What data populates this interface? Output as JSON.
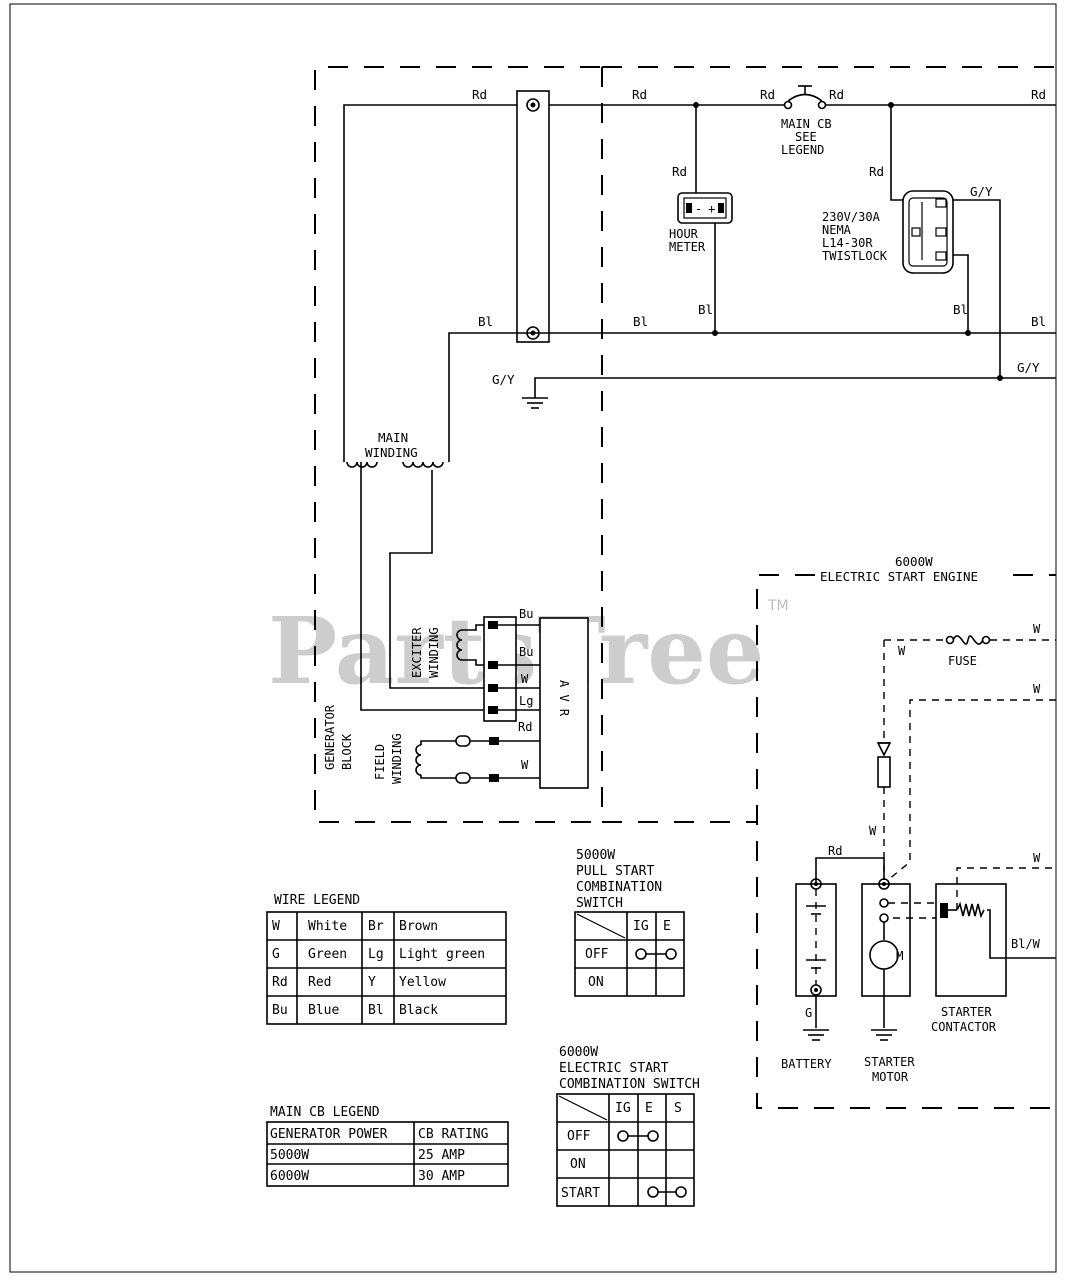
{
  "watermark": {
    "text": "PartsTree",
    "tm": "TM"
  },
  "wire_labels": {
    "rd": "Rd",
    "bl": "Bl",
    "gy": "G/Y",
    "w": "W",
    "bu": "Bu",
    "lg": "Lg",
    "g": "G",
    "blw": "Bl/W"
  },
  "components": {
    "main_cb_l1": "MAIN CB",
    "main_cb_l2": "SEE",
    "main_cb_l3": "LEGEND",
    "hour_meter_l1": "HOUR",
    "hour_meter_l2": "METER",
    "receptacle_l1": "230V/30A",
    "receptacle_l2": "NEMA",
    "receptacle_l3": "L14-30R",
    "receptacle_l4": "TWISTLOCK",
    "main_winding_l1": "MAIN",
    "main_winding_l2": "WINDING",
    "exciter_l1": "EXCITER",
    "exciter_l2": "WINDING",
    "field_l1": "FIELD",
    "field_l2": "WINDING",
    "generator_block_l1": "GENERATOR",
    "generator_block_l2": "BLOCK",
    "avr": "A V R",
    "engine_l1": "6000W",
    "engine_l2": "ELECTRIC START ENGINE",
    "fuse": "FUSE",
    "battery": "BATTERY",
    "starter_motor_l1": "STARTER",
    "starter_motor_l2": "MOTOR",
    "starter_contactor_l1": "STARTER",
    "starter_contactor_l2": "CONTACTOR",
    "motor_m": "M"
  },
  "wire_legend": {
    "title": "WIRE LEGEND",
    "rows": [
      [
        "W",
        "White",
        "Br",
        "Brown"
      ],
      [
        "G",
        "Green",
        "Lg",
        "Light green"
      ],
      [
        "Rd",
        "Red",
        "Y",
        "Yellow"
      ],
      [
        "Bu",
        "Blue",
        "Bl",
        "Black"
      ]
    ]
  },
  "main_cb_legend": {
    "title": "MAIN CB LEGEND",
    "headers": [
      "GENERATOR POWER",
      "CB RATING"
    ],
    "rows": [
      [
        "5000W",
        "25 AMP"
      ],
      [
        "6000W",
        "30 AMP"
      ]
    ]
  },
  "pull_start_switch": {
    "title_l1": "5000W",
    "title_l2": "PULL START",
    "title_l3": "COMBINATION",
    "title_l4": "SWITCH",
    "columns": [
      "IG",
      "E"
    ],
    "rows": [
      "OFF",
      "ON"
    ]
  },
  "electric_start_switch": {
    "title_l1": "6000W",
    "title_l2": "ELECTRIC START",
    "title_l3": "COMBINATION SWITCH",
    "columns": [
      "IG",
      "E",
      "S"
    ],
    "rows": [
      "OFF",
      "ON",
      "START"
    ]
  }
}
